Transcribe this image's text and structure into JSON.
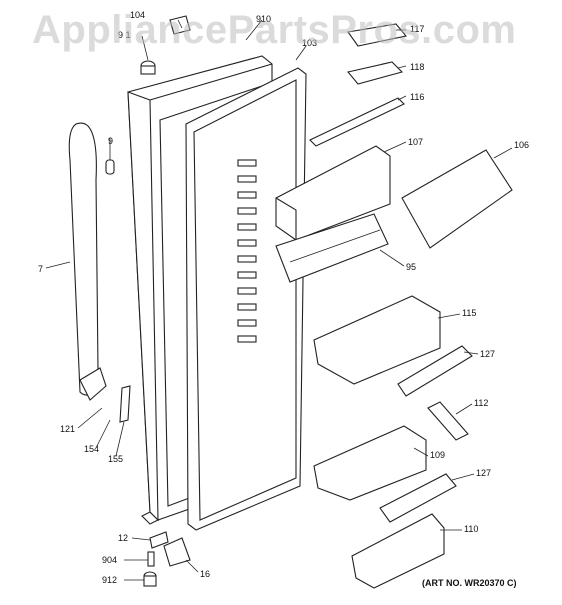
{
  "watermark": "AppliancePartsPros.com",
  "art_number": "(ART NO. WR20370 C)",
  "callouts": {
    "c104": "104",
    "c910": "910",
    "c117": "117",
    "c91": "9 1",
    "c103": "103",
    "c118": "118",
    "c116": "116",
    "c9": "9",
    "c107": "107",
    "c106": "106",
    "c7": "7",
    "c95": "95",
    "c115": "115",
    "c127a": "127",
    "c112": "112",
    "c121": "121",
    "c154": "154",
    "c155": "155",
    "c109": "109",
    "c127b": "127",
    "c110": "110",
    "c12": "12",
    "c904": "904",
    "c912": "912",
    "c16": "16"
  },
  "colors": {
    "line": "#222222",
    "watermark": "#bebebe"
  }
}
